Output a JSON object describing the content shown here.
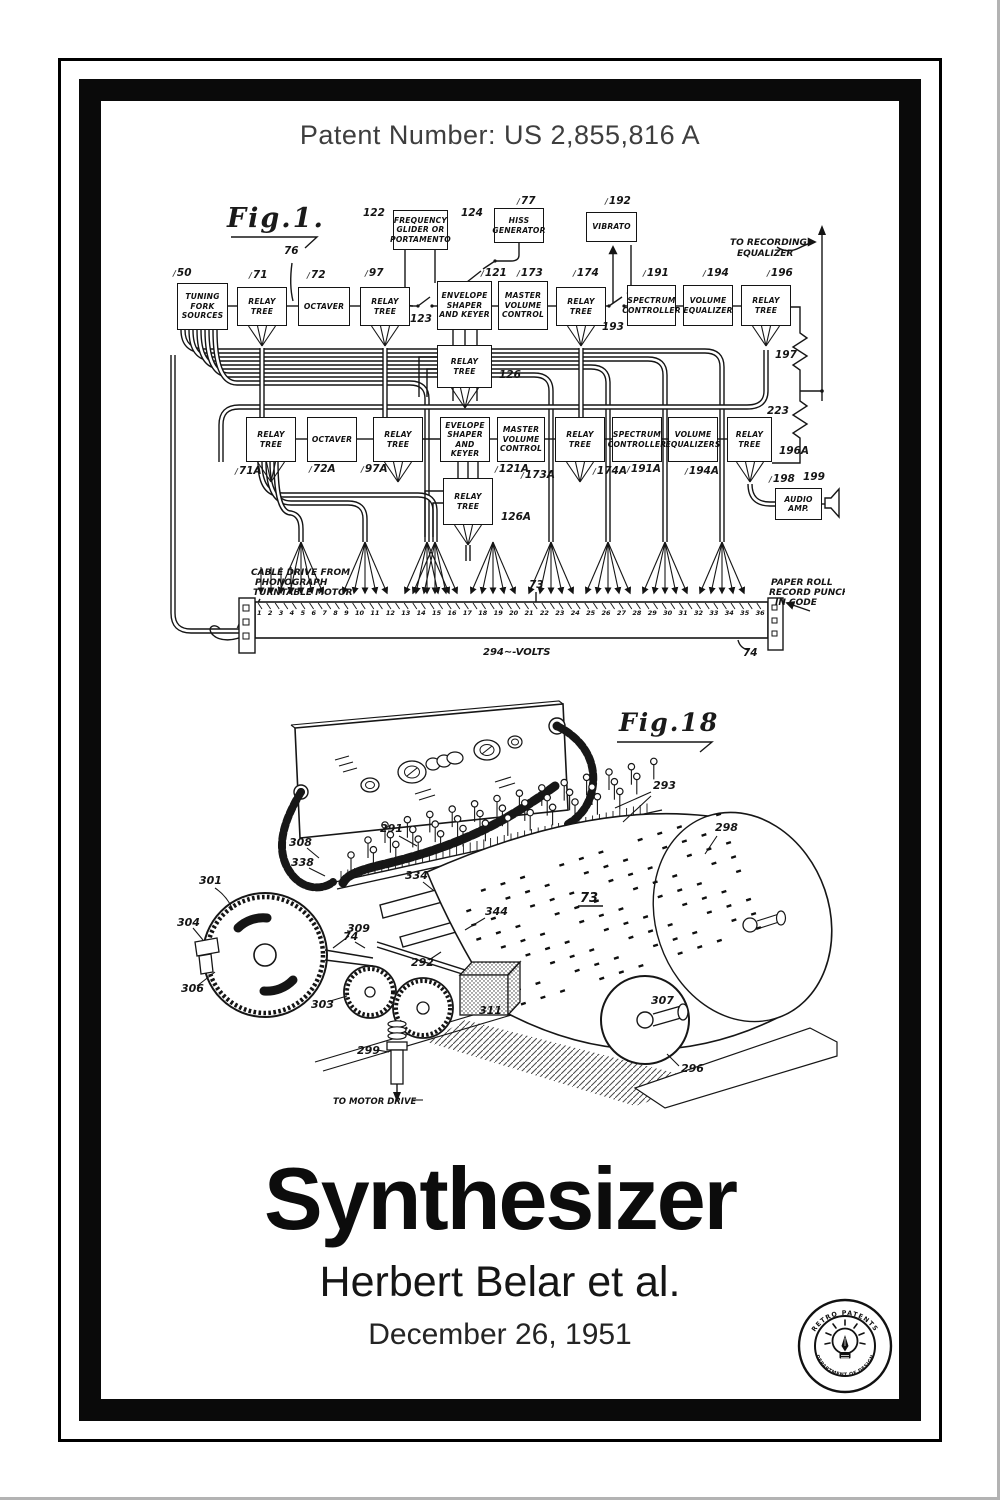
{
  "header": {
    "patent_number": "Patent Number: US 2,855,816 A"
  },
  "fig1": {
    "label": "Fig.1.",
    "boxes": {
      "b50": "TUNING FORK SOURCES",
      "b71": "RELAY TREE",
      "b72": "OCTAVER",
      "b97": "RELAY TREE",
      "b122": "FREQUENCY GLIDER OR PORTAMENTO",
      "b77": "HISS GENERATOR",
      "b192": "VIBRATO",
      "b121": "ENVELOPE SHAPER AND KEYER",
      "b173": "MASTER VOLUME CONTROL",
      "b174": "RELAY TREE",
      "b191": "SPECTRUM CONTROLLER",
      "b194": "VOLUME EQUALIZER",
      "b196": "RELAY TREE",
      "b126": "RELAY TREE",
      "b71A": "RELAY TREE",
      "b72A": "OCTAVER",
      "b97A": "RELAY TREE",
      "b121A": "EVELOPE SHAPER AND KEYER",
      "b173A": "MASTER VOLUME CONTROL",
      "b174A": "RELAY TREE",
      "b191A": "SPECTRUM CONTROLLER",
      "b194A": "VOLUME EQUALIZERS",
      "b196A": "RELAY TREE",
      "b126A": "RELAY TREE",
      "b198": "AUDIO AMP."
    },
    "refs": {
      "r50": "50",
      "r71": "71",
      "r76": "76",
      "r72": "72",
      "r97": "97",
      "r122": "122",
      "r124": "124",
      "r77": "77",
      "r192": "192",
      "r121": "121",
      "r173": "173",
      "r174": "174",
      "r123": "123",
      "r193": "193",
      "r191": "191",
      "r194": "194",
      "r196": "196",
      "r197": "197",
      "r223": "223",
      "r126": "126",
      "r71A": "71A",
      "r72A": "72A",
      "r97A": "97A",
      "r121A": "121A",
      "r173A": "173A",
      "r174A": "174A",
      "r191A": "191A",
      "r194A": "194A",
      "r196A": "196A",
      "r126A": "126A",
      "r198": "198",
      "r199": "199",
      "r73": "73",
      "r74": "74"
    },
    "notes": {
      "tre1": "TO RECORDING",
      "tre2": "EQUALIZER",
      "cd1": "CABLE DRIVE FROM",
      "cd2": "PHONOGRAPH",
      "cd3": "TURNTABLE MOTOR",
      "pr1": "PAPER ROLL",
      "pr2": "RECORD PUNCHED",
      "pr3": "IN CODE",
      "volts": "294∼-VOLTS"
    },
    "terminal_numbers": [
      "1",
      "2",
      "3",
      "4",
      "5",
      "6",
      "7",
      "8",
      "9",
      "10",
      "11",
      "12",
      "13",
      "14",
      "15",
      "16",
      "17",
      "18",
      "19",
      "20",
      "21",
      "22",
      "23",
      "24",
      "25",
      "26",
      "27",
      "28",
      "29",
      "30",
      "31",
      "32",
      "33",
      "34",
      "35",
      "36"
    ]
  },
  "fig18": {
    "label": "Fig.18",
    "refs": {
      "r291": "291",
      "r292": "292",
      "r293": "293",
      "r296": "296",
      "r298": "298",
      "r299": "299",
      "r301": "301",
      "r303": "303",
      "r304": "304",
      "r306": "306",
      "r307": "307",
      "r308": "308",
      "r309": "309",
      "r311": "311",
      "r334": "334",
      "r338": "338",
      "r344": "344",
      "r73": "73",
      "r74": "74"
    },
    "notes": {
      "motor": "TO MOTOR DRIVE"
    }
  },
  "footer": {
    "title": "Synthesizer",
    "inventor": "Herbert Belar et al.",
    "date": "December 26, 1951"
  },
  "logo": {
    "top": "RETRO PATENTS",
    "bottom": "DEPARTMENT OF DESIGN"
  }
}
